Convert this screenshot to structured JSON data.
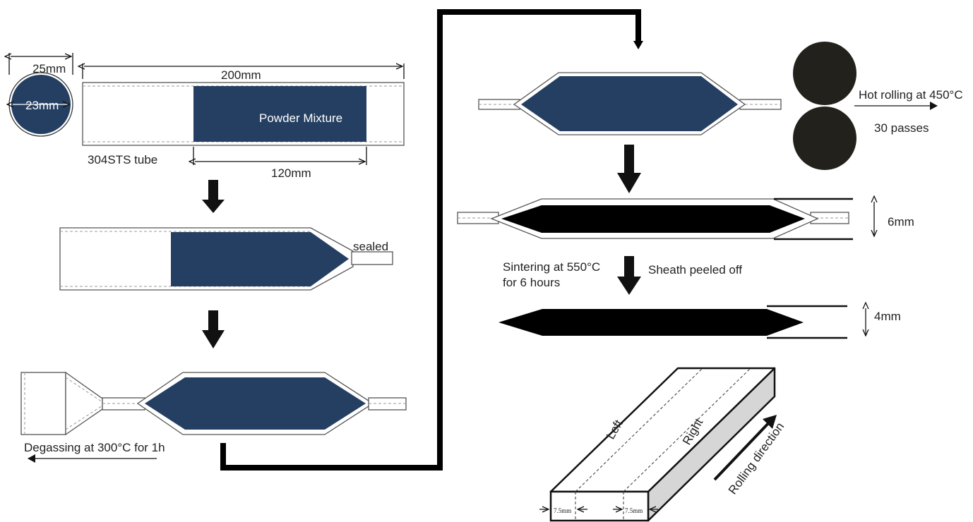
{
  "labels": {
    "outer_diameter": "25mm",
    "inner_diameter": "23mm",
    "tube_length": "200mm",
    "powder_label": "Powder Mixture",
    "tube_name": "304STS tube",
    "powder_length": "120mm",
    "sealed": "sealed",
    "degassing": "Degassing at 300°C for 1h",
    "hot_rolling": "Hot rolling at 450°C",
    "passes": "30 passes",
    "thickness_6": "6mm",
    "sintering_line1": "Sintering at 550°C",
    "sintering_line2": "for 6 hours",
    "sheath": "Sheath peeled off",
    "thickness_4": "4mm",
    "left": "Left",
    "right": "Right",
    "rolling_direction": "Rolling direction",
    "offset_left": "7.5mm",
    "offset_right": "7.5mm"
  },
  "colors": {
    "powder": "#253f62",
    "roller": "#23211b",
    "compacted": "#000000",
    "block_side": "#d6d6d6"
  },
  "icons": [
    "down-arrow-icon",
    "right-arrow-icon",
    "left-arrow-icon",
    "roller-icon"
  ]
}
